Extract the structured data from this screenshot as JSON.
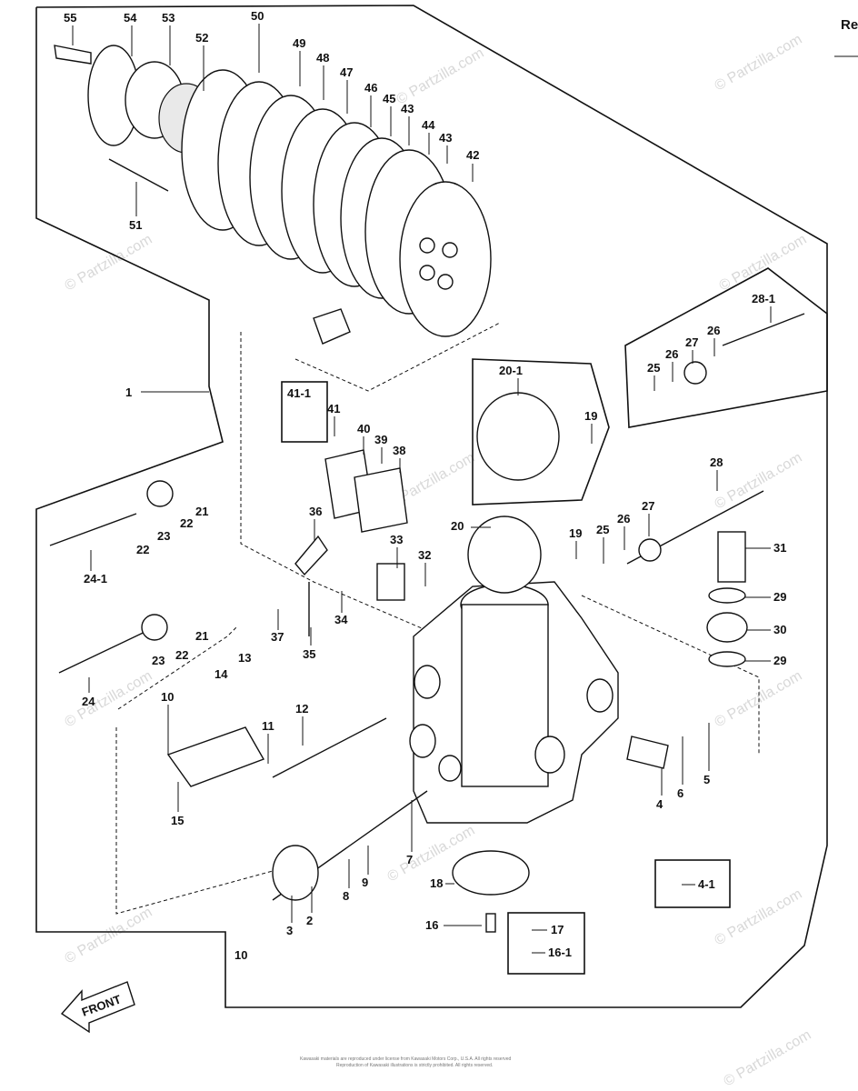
{
  "corner_text": "Re",
  "watermark": "© Partzilla.com",
  "front_label": "FRONT",
  "footer_lines": [
    "Kawasaki materials are reproduced under license from Kawasaki Motors Corp., U.S.A. All rights reserved",
    "Reproduction of Kawasaki illustrations is strictly prohibited. All rights reserved."
  ],
  "callouts": [
    "55",
    "54",
    "53",
    "52",
    "50",
    "49",
    "48",
    "47",
    "46",
    "45",
    "43",
    "44",
    "43",
    "42",
    "51",
    "1",
    "41-1",
    "41",
    "40",
    "39",
    "38",
    "20-1",
    "19",
    "28-1",
    "25",
    "26",
    "27",
    "26",
    "21",
    "23",
    "22",
    "22",
    "24-1",
    "36",
    "33",
    "32",
    "20",
    "19",
    "25",
    "26",
    "27",
    "28",
    "31",
    "29",
    "30",
    "29",
    "21",
    "22",
    "23",
    "24",
    "37",
    "35",
    "34",
    "13",
    "14",
    "10",
    "12",
    "11",
    "15",
    "9",
    "8",
    "7",
    "2",
    "3",
    "18",
    "16",
    "17",
    "16-1",
    "4",
    "6",
    "5",
    "4-1",
    "10"
  ]
}
